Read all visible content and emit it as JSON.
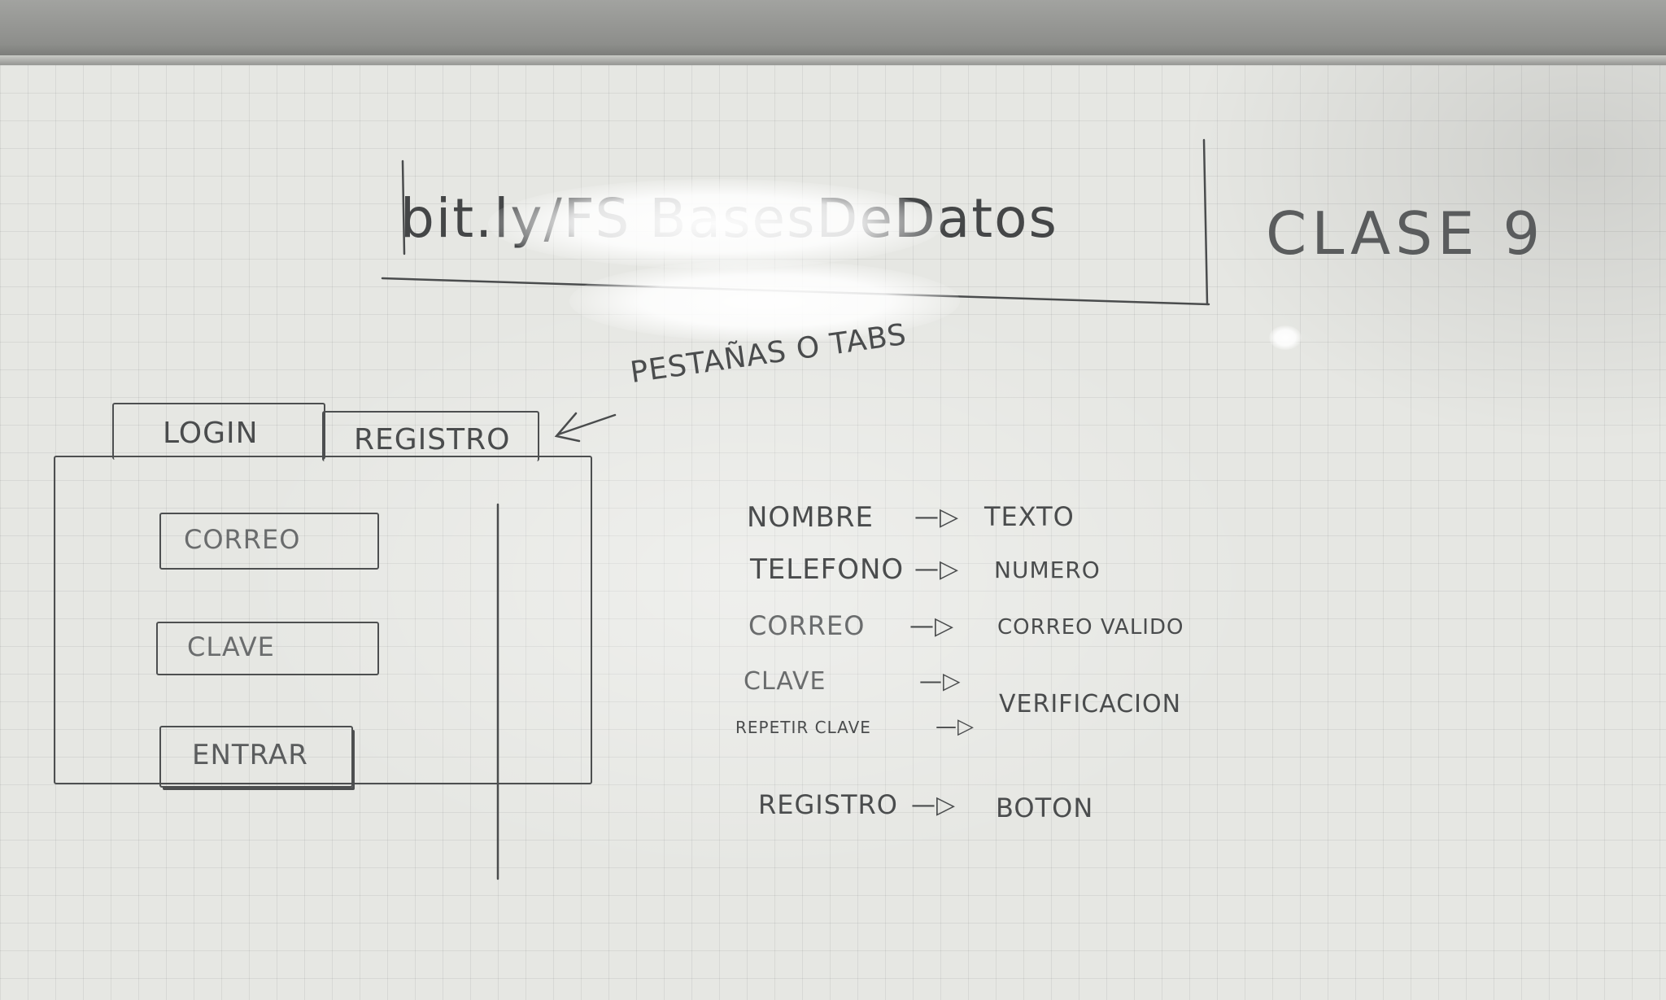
{
  "scene": {
    "top": {
      "title": "bit.ly/FS BasesDeDatos",
      "class_label": "CLASE 9"
    },
    "sketch": {
      "tabs": [
        "LOGIN",
        "REGISTRO"
      ],
      "tabs_annotation": "PESTAÑAS O TABS",
      "fields": [
        "CORREO",
        "CLAVE"
      ],
      "button": "ENTRAR"
    },
    "mapping": [
      {
        "field": "NOMBRE",
        "type": "TEXTO"
      },
      {
        "field": "TELEFONO",
        "type": "NUMERO"
      },
      {
        "field": "CORREO",
        "type": "CORREO VALIDO"
      },
      {
        "field": "CLAVE",
        "type": "VERIFICACION"
      },
      {
        "field": "REPETIR CLAVE",
        "type": ""
      },
      {
        "field": "REGISTRO",
        "type": "BOTON"
      }
    ],
    "arrow_glyph": "—▷",
    "ink_color": "#4a4c4d",
    "board_color": "#e6e7e3"
  }
}
